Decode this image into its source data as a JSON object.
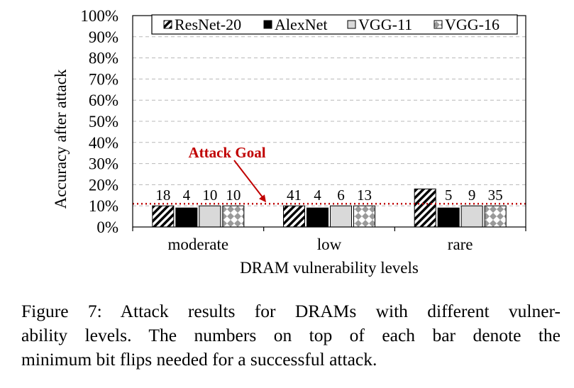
{
  "chart_data": {
    "type": "bar",
    "categories": [
      "moderate",
      "low",
      "rare"
    ],
    "series": [
      {
        "name": "ResNet-20",
        "values": [
          10,
          10,
          18
        ],
        "labels": [
          "18",
          "41",
          ""
        ],
        "pattern": "diagonal-stripes"
      },
      {
        "name": "AlexNet",
        "values": [
          9,
          9,
          9
        ],
        "labels": [
          "4",
          "4",
          "5"
        ],
        "pattern": "solid-black"
      },
      {
        "name": "VGG-11",
        "values": [
          10,
          10,
          10
        ],
        "labels": [
          "10",
          "6",
          "9"
        ],
        "pattern": "light-gray"
      },
      {
        "name": "VGG-16",
        "values": [
          10,
          10,
          10
        ],
        "labels": [
          "10",
          "13",
          "35"
        ],
        "pattern": "checker"
      }
    ],
    "xlabel": "DRAM vulnerability  levels",
    "ylabel": "Accuracy after attack",
    "ylim": [
      0,
      100
    ],
    "yticks": [
      "0%",
      "10%",
      "20%",
      "30%",
      "40%",
      "50%",
      "60%",
      "70%",
      "80%",
      "90%",
      "100%"
    ],
    "grid": true,
    "legend_position": "top",
    "annotation": {
      "text": "Attack Goal",
      "value": 11,
      "color": "#c00000"
    }
  },
  "caption": {
    "lines": [
      "Figure 7: Attack results for DRAMs with different vulner-",
      "ability levels. The numbers on top of each bar denote the",
      "minimum bit flips needed for a successful attack."
    ]
  }
}
